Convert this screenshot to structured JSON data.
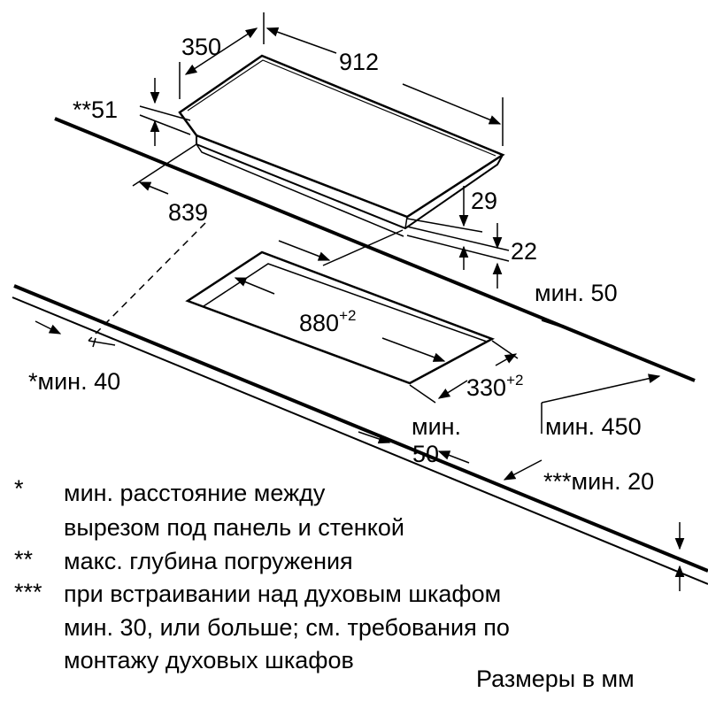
{
  "dimensions": {
    "top_depth": "350",
    "top_width": "912",
    "immersion_depth": "**51",
    "bottom_width": "839",
    "frame_height": "29",
    "glass_height": "22",
    "min_back_gap": "мин. 50",
    "cutout_width": "880",
    "cutout_width_tol": "+2",
    "cutout_depth": "330",
    "cutout_depth_tol": "+2",
    "min_side_gap": "*мин. 40",
    "min_front_label": "мин.",
    "min_front_value": "50",
    "min_depth": "мин. 450",
    "min_thickness": "***мин. 20"
  },
  "notes": [
    {
      "mark": "*",
      "lines": [
        "мин. расстояние между",
        "вырезом под панель и стенкой"
      ]
    },
    {
      "mark": "**",
      "lines": [
        "макс. глубина погружения"
      ]
    },
    {
      "mark": "***",
      "lines": [
        "при встраивании над духовым шкафом",
        "мин. 30, или больше; см. требования по",
        "монтажу духовых шкафов"
      ]
    }
  ],
  "footer": "Размеры в мм"
}
